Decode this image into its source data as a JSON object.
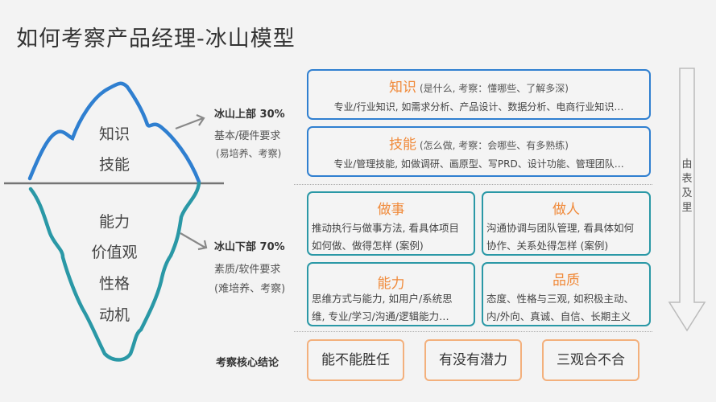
{
  "title": "如何考察产品经理-冰山模型",
  "iceberg": {
    "above_items": [
      "知识",
      "技能"
    ],
    "below_items": [
      "能力",
      "价值观",
      "性格",
      "动机"
    ],
    "top_label": {
      "heading": "冰山上部 30%",
      "line1": "基本/硬件要求",
      "line2": "(易培养、考察)"
    },
    "bottom_label": {
      "heading": "冰山下部 70%",
      "line1": "素质/软件要求",
      "line2": "(难培养、考察)"
    },
    "colors": {
      "above": "#2f7fd0",
      "below": "#2a98a6",
      "waterline": "#555555"
    }
  },
  "upper_boxes": [
    {
      "heading": "知识",
      "subtitle": "(是什么, 考察：懂哪些、了解多深)",
      "desc": "专业/行业知识, 如需求分析、产品设计、数据分析、电商行业知识…"
    },
    {
      "heading": "技能",
      "subtitle": "(怎么做, 考察：会哪些、有多熟练)",
      "desc": "专业/管理技能, 如做调研、画原型、写PRD、设计功能、管理团队…"
    }
  ],
  "lower_boxes": [
    {
      "heading": "做事",
      "line1": "推动执行与做事方法, 看具体项目",
      "line2": "如何做、做得怎样 (案例)"
    },
    {
      "heading": "做人",
      "line1": "沟通协调与团队管理, 看具体如何",
      "line2": "协作、关系处得怎样 (案例)"
    },
    {
      "heading": "能力",
      "line1": "思维方式与能力, 如用户/系统思",
      "line2": "维, 专业/学习/沟通/逻辑能力…"
    },
    {
      "heading": "品质",
      "line1": "态度、性格与三观, 如积极主动、",
      "line2": "内/外向、真诚、自信、长期主义"
    }
  ],
  "conclusion": {
    "label": "考察核心结论",
    "items": [
      "能不能胜任",
      "有没有潜力",
      "三观合不合"
    ]
  },
  "side_arrow": {
    "text": "由表及里",
    "icon": "down-arrow-icon"
  },
  "colors": {
    "accent_orange": "#f08a3a",
    "blue_border": "#2f7fd0",
    "teal_border": "#2a98a6",
    "orange_border": "#f3b07c",
    "background": "#f3f3f3"
  }
}
